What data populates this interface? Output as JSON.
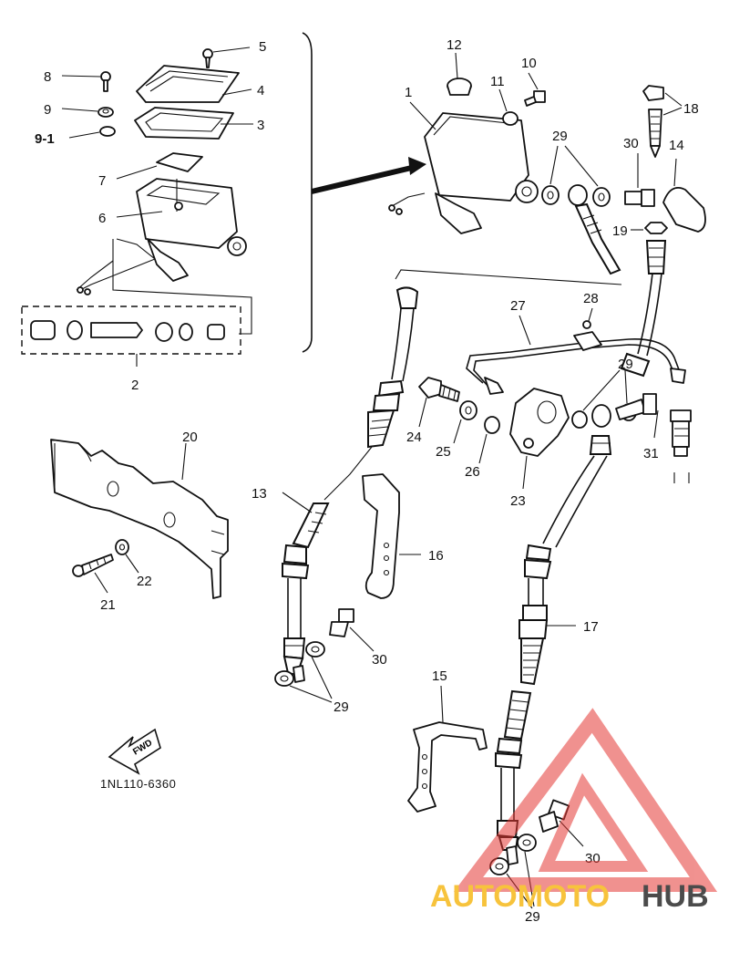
{
  "diagram_code": "1NL110-6360",
  "fwd_label": "FWD",
  "watermark": {
    "brand_left": "AUTOMOTO",
    "brand_right": "HUB",
    "triangle_color": "#e53935",
    "left_color": "#f7c33c",
    "right_color": "#4b4b4b"
  },
  "labels": {
    "l1": "1",
    "l2": "2",
    "l3": "3",
    "l4": "4",
    "l5": "5",
    "l6": "6",
    "l7": "7",
    "l8": "8",
    "l9": "9",
    "l9_1": "9-1",
    "l10": "10",
    "l11": "11",
    "l12": "12",
    "l13": "13",
    "l14": "14",
    "l15": "15",
    "l16": "16",
    "l17": "17",
    "l18": "18",
    "l19": "19",
    "l20": "20",
    "l21": "21",
    "l22": "22",
    "l23": "23",
    "l24": "24",
    "l25": "25",
    "l26": "26",
    "l27": "27",
    "l28": "28",
    "l29a": "29",
    "l29b": "29",
    "l29c": "29",
    "l29d": "29",
    "l30a": "30",
    "l30b": "30",
    "l30c": "30",
    "l31": "31"
  }
}
